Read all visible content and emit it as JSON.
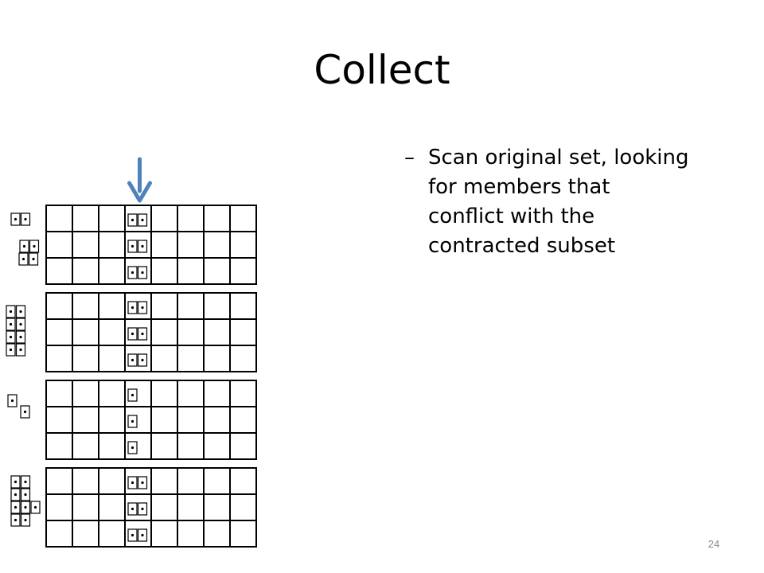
{
  "slide": {
    "title": "Collect",
    "bullet": {
      "marker": "–",
      "text": "Scan original set, looking for members that conflict with the contracted subset"
    },
    "page_number": "24"
  },
  "diagram": {
    "arrow_color": "#4f81bd",
    "arrow_icon": "down-arrow-icon",
    "blocks": [
      {
        "name": "block-1",
        "rows": 3,
        "cols": 8,
        "cell_glyph_counts": [
          2,
          2,
          2
        ],
        "label_glyph_counts": [
          2,
          2,
          2
        ]
      },
      {
        "name": "block-2",
        "rows": 3,
        "cols": 8,
        "cell_glyph_counts": [
          2,
          2,
          2
        ],
        "label_glyph_counts": [
          2,
          2,
          2,
          2
        ]
      },
      {
        "name": "block-3",
        "rows": 3,
        "cols": 8,
        "cell_glyph_counts": [
          1,
          1,
          1
        ],
        "label_glyph_counts": [
          1,
          1
        ]
      },
      {
        "name": "block-4",
        "rows": 3,
        "cols": 8,
        "cell_glyph_counts": [
          2,
          2,
          2
        ],
        "label_glyph_counts": [
          2,
          2,
          3,
          2
        ]
      }
    ]
  }
}
